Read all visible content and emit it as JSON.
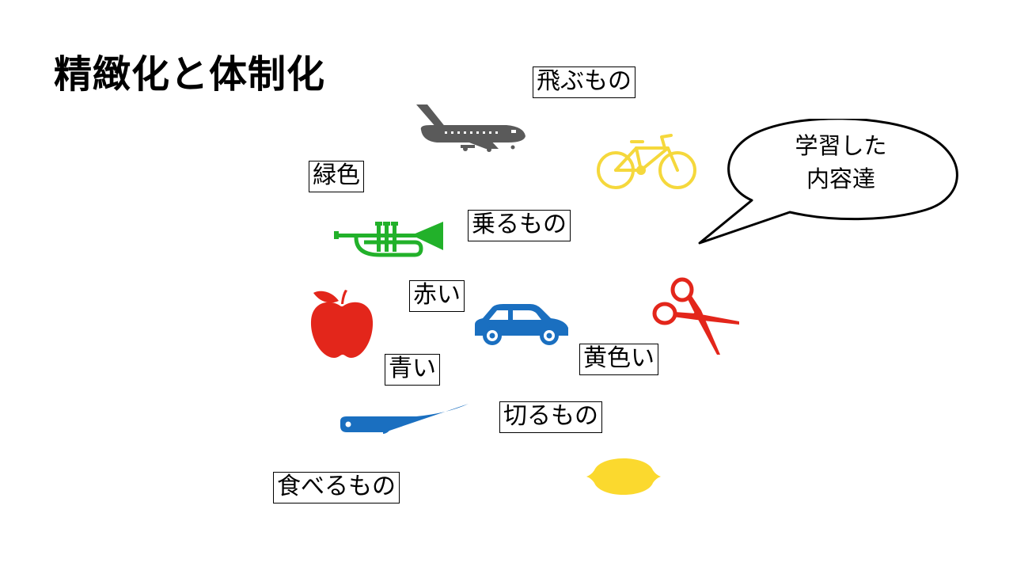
{
  "slide": {
    "title": "精緻化と体制化",
    "labels": {
      "flying": "飛ぶもの",
      "green": "緑色",
      "riding": "乗るもの",
      "red": "赤い",
      "yellow": "黄色い",
      "blue": "青い",
      "cutting": "切るもの",
      "eating": "食べるもの"
    },
    "bubble": {
      "line1": "学習した",
      "line2": "内容達"
    },
    "icons": [
      "airplane-icon",
      "bicycle-icon",
      "trumpet-icon",
      "apple-icon",
      "car-icon",
      "scissors-icon",
      "knife-icon",
      "lemon-icon"
    ],
    "colors": {
      "gray": "#5a5a5a",
      "yellow": "#f5d83c",
      "green": "#22b12a",
      "red": "#e3261b",
      "blue": "#1a6fc0"
    }
  }
}
